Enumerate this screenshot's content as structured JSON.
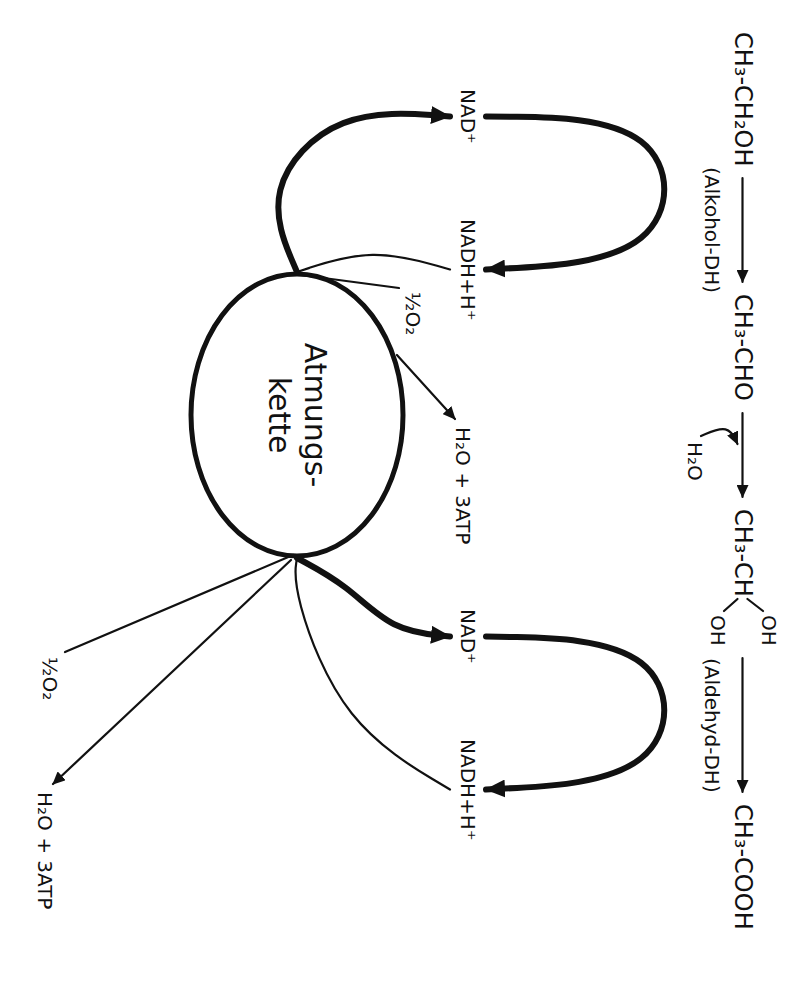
{
  "diagram": {
    "nodes": [
      {
        "text": [
          "CH₃-CH₂OH"
        ]
      },
      {
        "text": [
          "CH₃-CHO"
        ]
      },
      {
        "text": [
          "CH₃-CH"
        ]
      },
      {
        "text": [
          "CH₃-COOH"
        ]
      },
      {
        "text": [
          "NAD⁺"
        ]
      },
      {
        "text": [
          "NADH+H⁺"
        ]
      },
      {
        "text": [
          "Atmungs- kette"
        ]
      },
      {
        "text": [
          "NAD⁺"
        ]
      },
      {
        "text": [
          "NADH+H⁺"
        ]
      }
    ],
    "edges": [
      {
        "from": 0,
        "to": 1,
        "label": "(Alkohol-DH)",
        "arrow": "to"
      },
      {
        "from": 1,
        "to": 2,
        "arrow": "to"
      },
      {
        "from": 2,
        "to": 3,
        "label": "(Aldehyd-DH)",
        "arrow": "to"
      },
      {
        "from": 4,
        "to": 5,
        "arrow": "to"
      },
      {
        "from": 5,
        "to": 6,
        "arrow": "none"
      },
      {
        "from": 6,
        "to": 4,
        "arrow": "to"
      },
      {
        "from": 7,
        "to": 8,
        "arrow": "to"
      },
      {
        "from": 8,
        "to": 6,
        "arrow": "none"
      },
      {
        "from": 6,
        "to": 7,
        "arrow": "to"
      }
    ],
    "labels": [
      "H₂O",
      "OH",
      "OH",
      "½O₂",
      "H₂O + 3ATP",
      "½O₂",
      "H₂O + 3ATP"
    ]
  }
}
